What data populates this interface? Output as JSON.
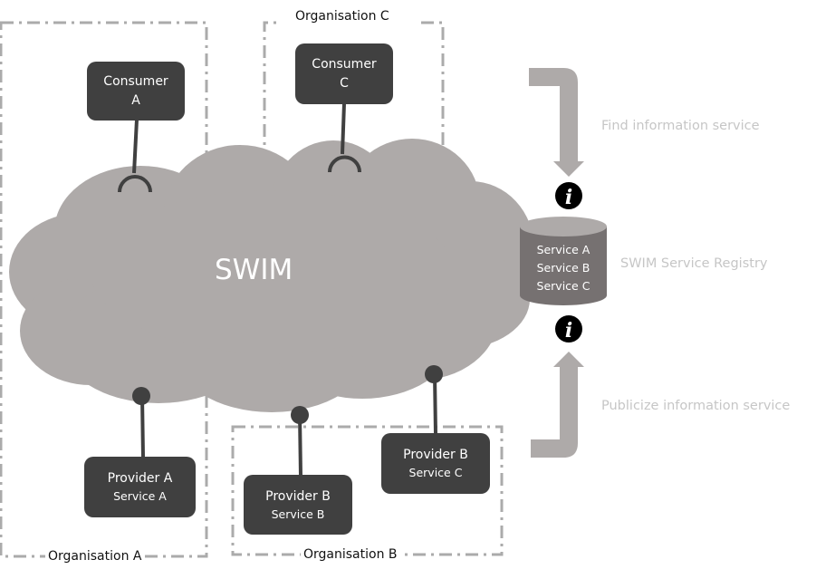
{
  "organisations": {
    "a": {
      "label": "Organisation A"
    },
    "b": {
      "label": "Organisation B"
    },
    "c": {
      "label": "Organisation C"
    }
  },
  "network": {
    "label": "SWIM"
  },
  "consumers": [
    {
      "line1": "Consumer",
      "line2": "A"
    },
    {
      "line1": "Consumer",
      "line2": "C"
    }
  ],
  "providers": [
    {
      "line1": "Provider A",
      "line2": "Service A"
    },
    {
      "line1": "Provider B",
      "line2": "Service B"
    },
    {
      "line1": "Provider B",
      "line2": "Service C"
    }
  ],
  "registry": {
    "label": "SWIM Service Registry",
    "services": [
      "Service A",
      "Service B",
      "Service C"
    ]
  },
  "flows": {
    "find": "Find information service",
    "publicize": "Publicize information service"
  },
  "icons": {
    "info": "i"
  },
  "colors": {
    "cloud": "#aeaaa9",
    "node": "#404040",
    "dashed_border": "#ababab",
    "registry_body": "#767171",
    "registry_top": "#aeaaa9",
    "arrow": "#aeaaa9",
    "side_text": "#c6c6c6"
  }
}
